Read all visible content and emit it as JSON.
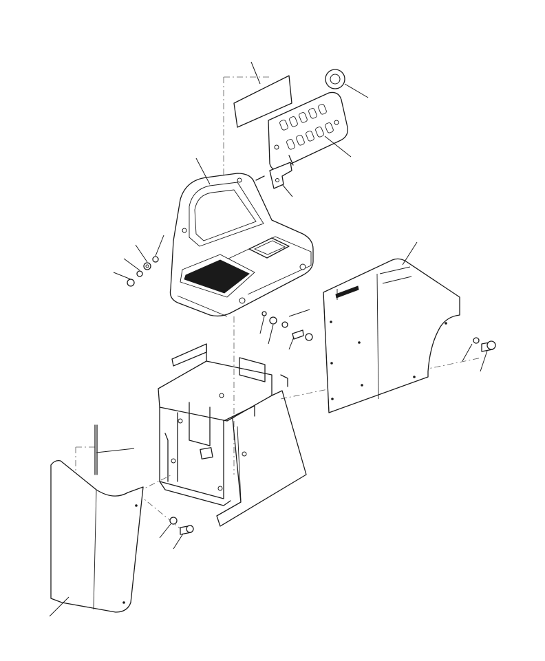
{
  "diagram": {
    "type": "exploded-parts-view",
    "parts": [
      "label-plate",
      "ring-grommet",
      "switch-panel",
      "mounting-bracket",
      "console-cover",
      "side-cover-right",
      "lower-front-cover",
      "console-frame",
      "fasteners"
    ]
  }
}
